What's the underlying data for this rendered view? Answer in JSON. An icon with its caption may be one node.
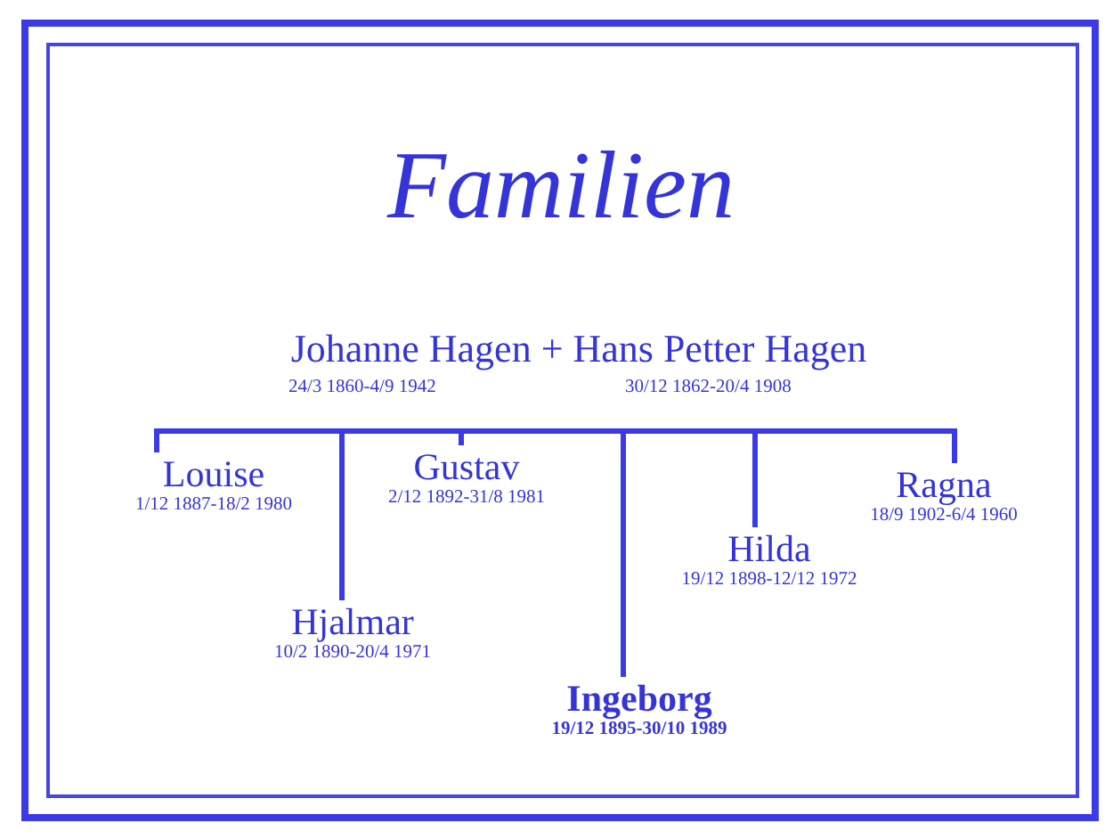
{
  "diagram": {
    "title": "Familien",
    "nodes": [
      {
        "text": [
          "Johanne Hagen + Hans Petter Hagen",
          "24/3 1860-4/9 1942",
          "30/12 1862-20/4 1908"
        ]
      },
      {
        "text": [
          "Louise",
          "1/12 1887-18/2 1980"
        ]
      },
      {
        "text": [
          "Hjalmar",
          "10/2 1890-20/4 1971"
        ]
      },
      {
        "text": [
          "Gustav",
          "2/12 1892-31/8 1981"
        ]
      },
      {
        "text": [
          "Ingeborg",
          "19/12 1895-30/10 1989"
        ]
      },
      {
        "text": [
          "Hilda",
          "19/12 1898-12/12 1972"
        ]
      },
      {
        "text": [
          "Ragna",
          "18/9 1902-6/4 1960"
        ]
      }
    ],
    "edges": [
      {
        "from": 0,
        "to": 1,
        "arrow": "none"
      },
      {
        "from": 0,
        "to": 2,
        "arrow": "none"
      },
      {
        "from": 0,
        "to": 3,
        "arrow": "none"
      },
      {
        "from": 0,
        "to": 4,
        "arrow": "none"
      },
      {
        "from": 0,
        "to": 5,
        "arrow": "none"
      },
      {
        "from": 0,
        "to": 6,
        "arrow": "none"
      }
    ]
  }
}
